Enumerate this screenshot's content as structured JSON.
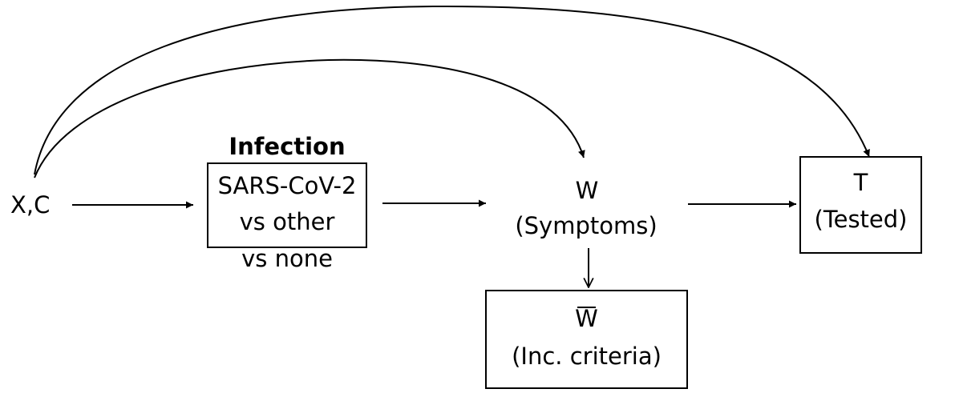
{
  "nodes": {
    "xc": {
      "label": "X,C"
    },
    "infection": {
      "heading": "Infection",
      "line1": "SARS-CoV-2",
      "line2": "vs other",
      "line3": "vs none"
    },
    "symptoms": {
      "symbol": "W",
      "label": "(Symptoms)"
    },
    "criteria": {
      "symbol": "W",
      "label": "(Inc. criteria)"
    },
    "tested": {
      "symbol": "T",
      "label": "(Tested)"
    }
  }
}
